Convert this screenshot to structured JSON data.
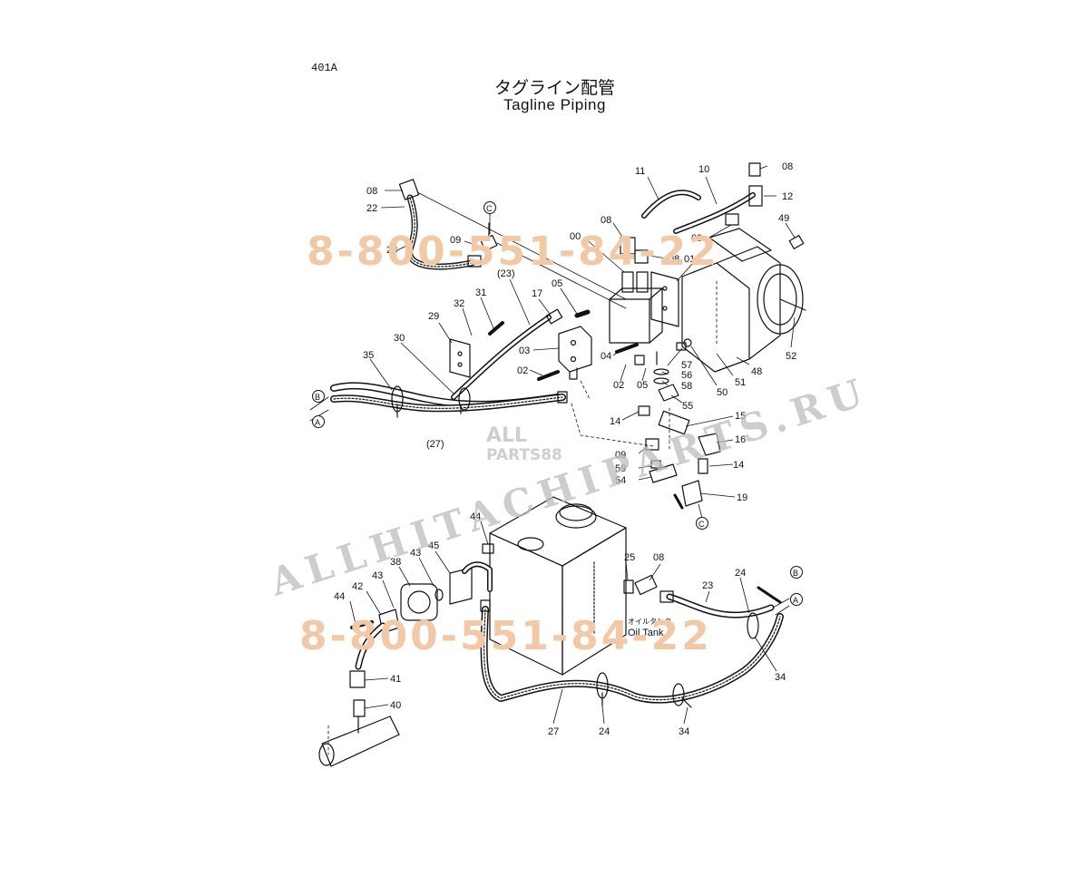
{
  "header": {
    "page_number": "401A",
    "title_jp": "タグライン配管",
    "title_en": "Tagline  Piping"
  },
  "labels": {
    "oil_tank_jp": "オイルタンク",
    "oil_tank_en": "Oil Tank"
  },
  "watermarks": {
    "phone": "8-800-551-84-22",
    "site": "ALLHITACHIPARTS.RU",
    "badge_top": "ALL",
    "badge_bottom": "PARTS88"
  },
  "callouts": [
    "08",
    "22",
    "28",
    "09",
    "C",
    "00",
    "08",
    "08",
    "11",
    "10",
    "08",
    "12",
    "49",
    "09",
    "08",
    "01",
    "(23)",
    "31",
    "32",
    "17",
    "05",
    "29",
    "30",
    "35",
    "03",
    "02",
    "04",
    "57",
    "56",
    "58",
    "50",
    "51",
    "48",
    "52",
    "02",
    "05",
    "55",
    "B",
    "A",
    "(27)",
    "14",
    "15",
    "16",
    "09",
    "59",
    "54",
    "14",
    "19",
    "C",
    "44",
    "45",
    "43",
    "38",
    "42",
    "43",
    "44",
    "41",
    "40",
    "25",
    "08",
    "23",
    "24",
    "B",
    "A",
    "34",
    "27",
    "24",
    "34"
  ],
  "colors": {
    "line": "#111111",
    "watermark_phone": "#f2c9a6",
    "watermark_site": "#bdbdbd"
  }
}
